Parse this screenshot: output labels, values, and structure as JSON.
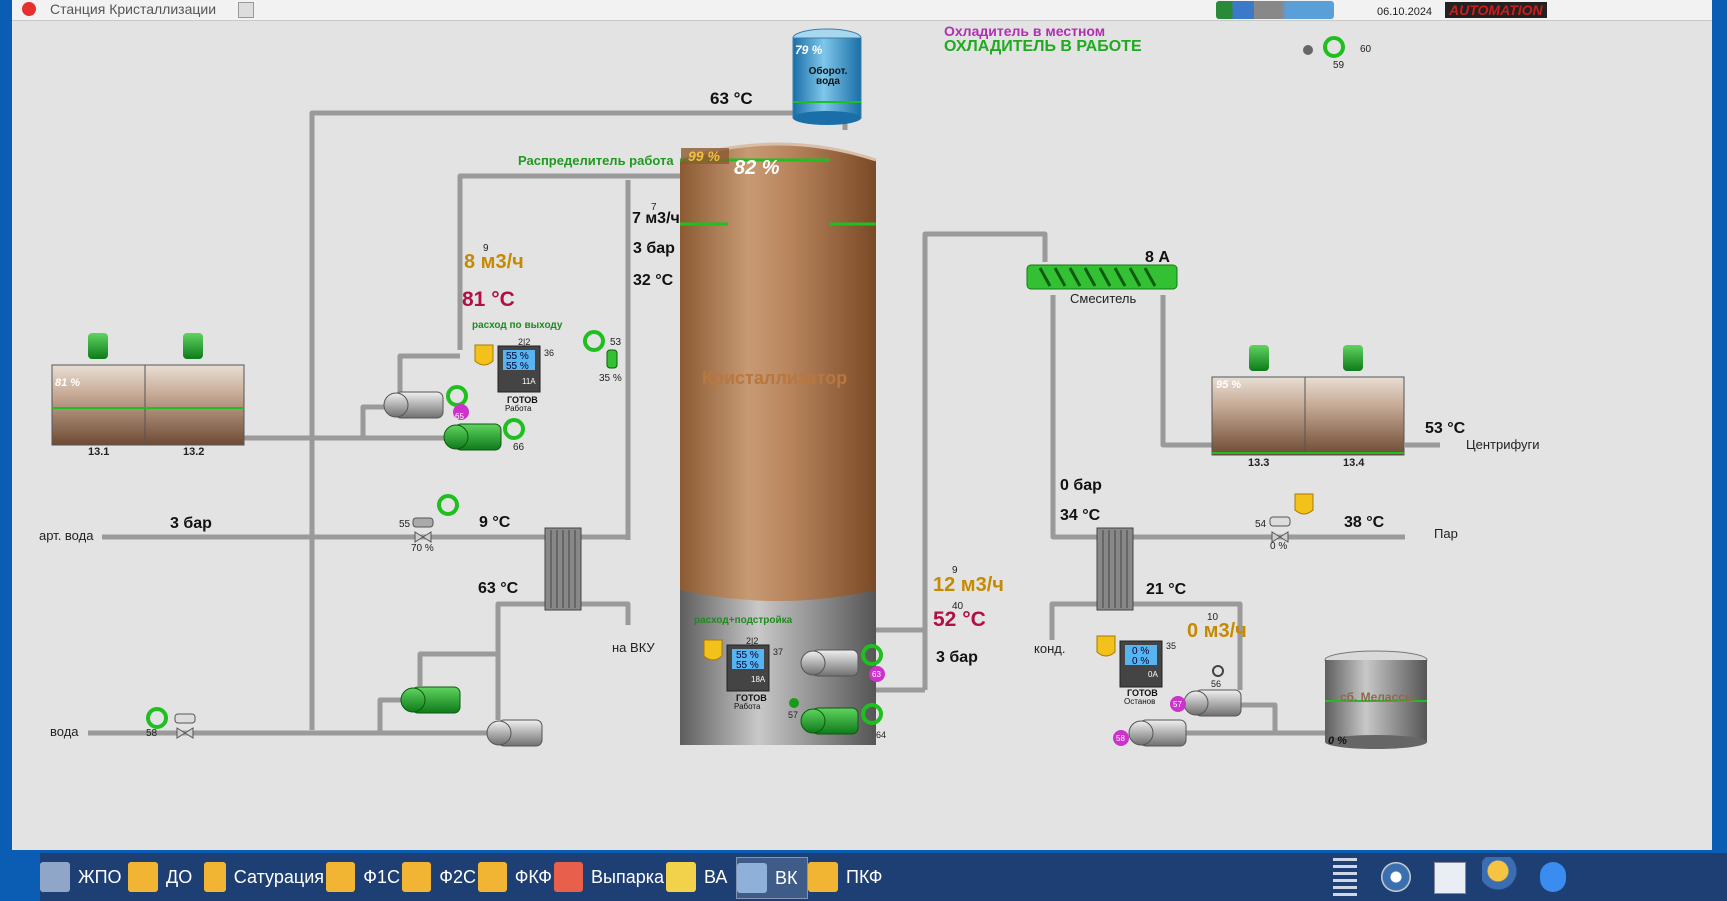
{
  "window": {
    "title": "Станция Кристаллизации",
    "date": "06.10.2024",
    "brand": "AUTOMATION"
  },
  "status": {
    "line1": "Охладитель в местном",
    "line2": "ОХЛАДИТЕЛЬ В РАБОТЕ"
  },
  "top_right": {
    "unit_no": "59",
    "unit_tag": "60"
  },
  "circ_tank": {
    "label": "Оборот. вода",
    "level": "79 %"
  },
  "crystallizer": {
    "label": "Кристаллизатор",
    "level_top": "99 %",
    "level_main": "82 %"
  },
  "distributor": {
    "label": "Распределитель работа",
    "idx": "7",
    "flow": "7 м3/ч",
    "pressure": "3 бар",
    "temp": "32 °C"
  },
  "pipe_top_temp": "63 °C",
  "left_tanks": {
    "level": "81 %",
    "a": "13.1",
    "b": "13.2"
  },
  "right_tanks": {
    "level": "95 %",
    "a": "13.3",
    "b": "13.4"
  },
  "outlet": {
    "idx": "9",
    "flow": "8 м3/ч",
    "temp": "81 °C",
    "caption": "расход по выходу"
  },
  "ctrl_outlet": {
    "line1": "55 %",
    "line2": "55 %",
    "amps": "11A",
    "state": "ГОТОВ",
    "mode": "Работа",
    "code": "2|2",
    "num": "36"
  },
  "valve53": {
    "num": "53",
    "pct": "35 %"
  },
  "pump66": {
    "num": "66",
    "num2": "65"
  },
  "art_water": {
    "label": "арт. вода",
    "pressure": "3 бар",
    "valve_num": "55",
    "valve_pct": "70 %",
    "temp": "9 °C"
  },
  "hx_left": {
    "temp_out": "63 °C",
    "to_vku": "на ВКУ"
  },
  "water": {
    "label": "вода",
    "num": "58"
  },
  "bottom": {
    "caption": "расход+подстройка",
    "code": "2|2",
    "line1": "55 %",
    "line2": "55 %",
    "amps": "18A",
    "state": "ГОТОВ",
    "mode": "Работа",
    "num37": "37",
    "num57": "57",
    "num63": "63",
    "num64": "64"
  },
  "recirc": {
    "idx": "9",
    "flow": "12 м3/ч",
    "idx2": "40",
    "temp": "52 °C",
    "pressure": "3 бар"
  },
  "mixer": {
    "label": "Смеситель",
    "amps": "8 А"
  },
  "centrifuges": {
    "temp": "53 °C",
    "label": "Центрифуги"
  },
  "right_hx": {
    "pressure": "0 бар",
    "temp_in": "34 °C",
    "temp_out": "21 °C",
    "cond": "конд."
  },
  "steam": {
    "label": "Пар",
    "temp": "38 °C",
    "valve_num": "54",
    "valve_pct": "0 %"
  },
  "molasses_line": {
    "idx": "10",
    "flow": "0 м3/ч"
  },
  "ctrl_right": {
    "line1": "0 %",
    "line2": "0 %",
    "amps": "0A",
    "state": "ГОТОВ",
    "mode": "Останов",
    "num": "35",
    "num56": "56",
    "num57b": "57",
    "num58b": "58"
  },
  "molasses_tank": {
    "label": "сб. Мелассы",
    "level": "0 %"
  },
  "taskbar": {
    "items": [
      "ЖПО",
      "ДО",
      "Сатурация",
      "Ф1С",
      "Ф2С",
      "ФКФ",
      "Выпарка",
      "ВА",
      "ВК",
      "ПКФ"
    ],
    "active": "ВК"
  },
  "colors": {
    "green": "#1a9a1a",
    "magenta": "#cc33cc",
    "flow": "#c58a00",
    "temp_red": "#b01044",
    "pipe": "#9a9a9a"
  }
}
